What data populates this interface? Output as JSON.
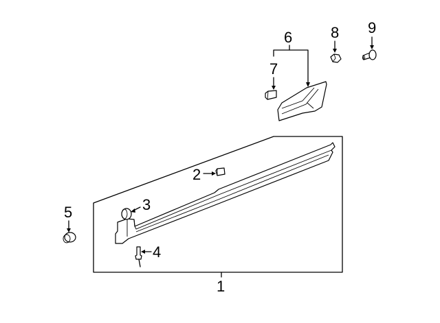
{
  "diagram": {
    "type": "exploded parts diagram",
    "subject": "rocker panel side sill molding",
    "callouts": [
      {
        "id": 1,
        "label": "1",
        "part": "side sill molding assembly (boxed)"
      },
      {
        "id": 2,
        "label": "2",
        "part": "clip"
      },
      {
        "id": 3,
        "label": "3",
        "part": "plug / grommet"
      },
      {
        "id": 4,
        "label": "4",
        "part": "pin / rivet"
      },
      {
        "id": 5,
        "label": "5",
        "part": "plug"
      },
      {
        "id": 6,
        "label": "6",
        "part": "molding end cap"
      },
      {
        "id": 7,
        "label": "7",
        "part": "clip"
      },
      {
        "id": 8,
        "label": "8",
        "part": "nut"
      },
      {
        "id": 9,
        "label": "9",
        "part": "screw"
      }
    ],
    "colors": {
      "line": "#000000",
      "background": "#ffffff"
    }
  }
}
